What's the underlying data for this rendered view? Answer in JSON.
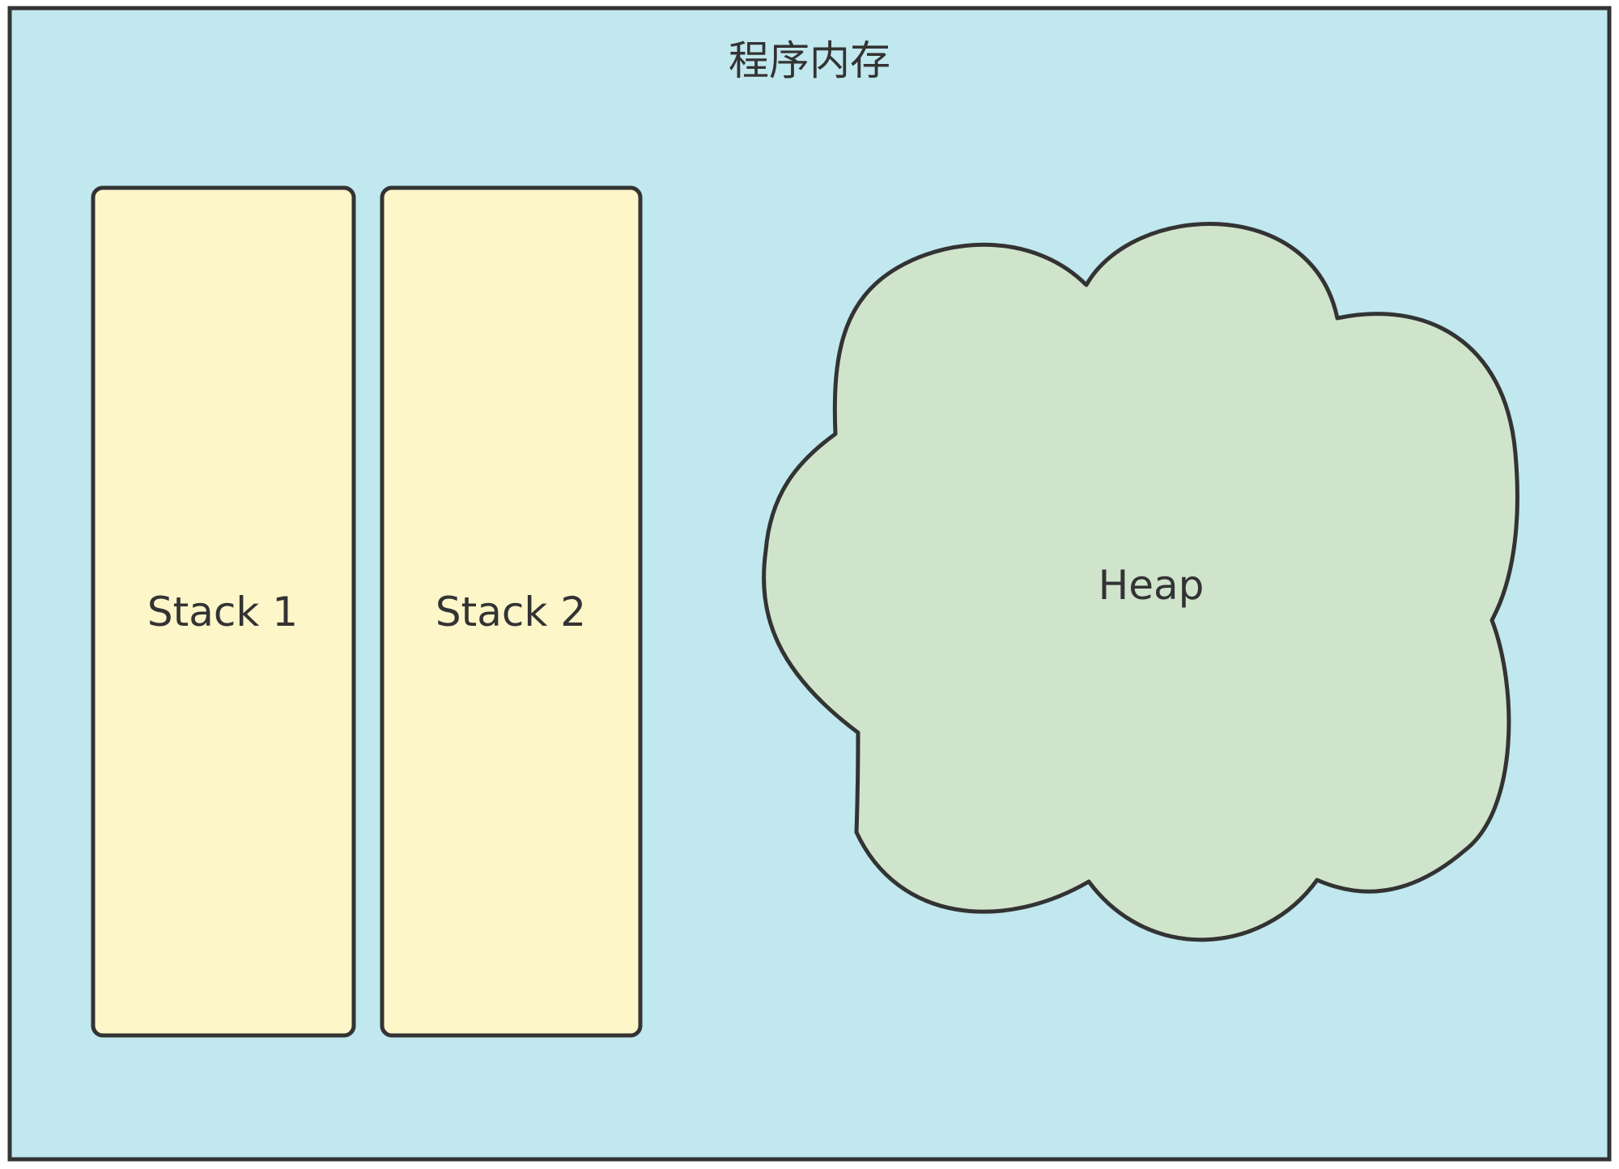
{
  "title": "程序内存",
  "stacks": [
    {
      "label": "Stack 1"
    },
    {
      "label": "Stack 2"
    }
  ],
  "heap": {
    "label": "Heap"
  },
  "colors": {
    "memory_fill": "#c0e8ee",
    "stack_fill": "#fdf6c8",
    "heap_fill": "#d0e4cc",
    "stroke": "#333333",
    "text": "#333333"
  }
}
